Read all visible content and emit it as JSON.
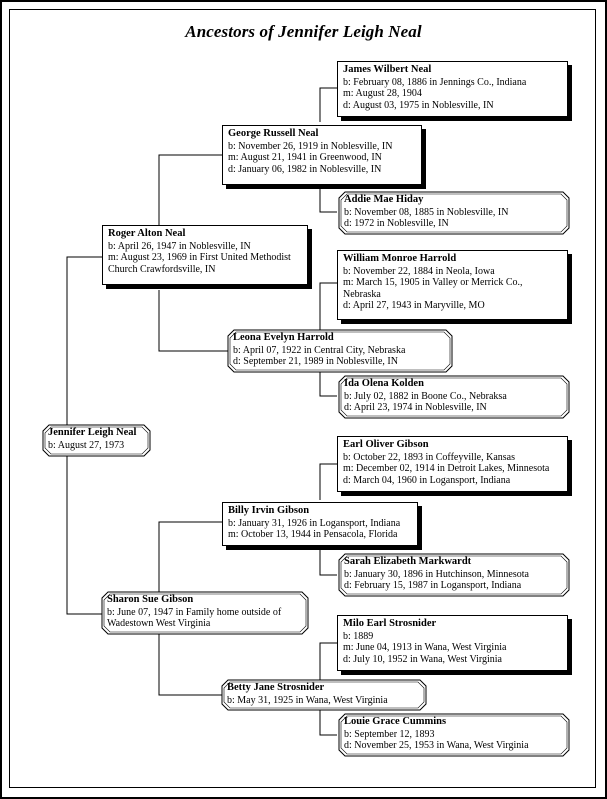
{
  "title": "Ancestors of Jennifer Leigh Neal",
  "people": {
    "jennifer": {
      "name": "Jennifer Leigh Neal",
      "lines": [
        "b: August 27, 1973"
      ]
    },
    "roger": {
      "name": "Roger Alton Neal",
      "lines": [
        "b: April 26, 1947 in Noblesville, IN",
        "m: August 23, 1969 in First United Methodist",
        "Church Crawfordsville, IN"
      ]
    },
    "sharon": {
      "name": "Sharon Sue Gibson",
      "lines": [
        "b: June 07, 1947 in Family home outside of",
        "Wadestown West Virginia"
      ]
    },
    "george": {
      "name": "George Russell Neal",
      "lines": [
        "b: November 26, 1919 in Noblesville, IN",
        "m: August 21, 1941 in Greenwood, IN",
        "d: January 06, 1982 in Noblesville, IN"
      ]
    },
    "leona": {
      "name": "Leona Evelyn Harrold",
      "lines": [
        "b: April 07, 1922 in Central City, Nebraska",
        "d: September 21, 1989 in Noblesville, IN"
      ]
    },
    "billy": {
      "name": "Billy Irvin Gibson",
      "lines": [
        "b: January 31, 1926 in Logansport, Indiana",
        "m: October 13, 1944 in Pensacola, Florida"
      ]
    },
    "betty": {
      "name": "Betty Jane Strosnider",
      "lines": [
        "b: May 31, 1925 in Wana, West Virginia"
      ]
    },
    "james": {
      "name": "James Wilbert Neal",
      "lines": [
        "b: February 08, 1886 in Jennings Co., Indiana",
        "m: August 28, 1904",
        "d: August 03, 1975 in Noblesville, IN"
      ]
    },
    "addie": {
      "name": "Addie Mae Hiday",
      "lines": [
        "b: November 08, 1885 in Noblesville, IN",
        "d: 1972 in Noblesville, IN"
      ]
    },
    "william": {
      "name": "William Monroe Harrold",
      "lines": [
        "b: November 22, 1884 in Neola, Iowa",
        "m: March 15, 1905 in Valley or Merrick Co.,",
        "Nebraska",
        "d: April 27, 1943 in Maryville, MO"
      ]
    },
    "ida": {
      "name": "Ida Olena Kolden",
      "lines": [
        "b: July 02, 1882 in Boone Co., Nebraksa",
        "d: April 23, 1974 in Noblesville, IN"
      ]
    },
    "earl": {
      "name": "Earl Oliver Gibson",
      "lines": [
        "b: October 22, 1893 in Coffeyville, Kansas",
        "m: December 02, 1914 in Detroit Lakes, Minnesota",
        "d: March 04, 1960 in Logansport, Indiana"
      ]
    },
    "sarah": {
      "name": "Sarah Elizabeth Markwardt",
      "lines": [
        "b: January 30, 1896 in Hutchinson, Minnesota",
        "d: February 15, 1987 in Logansport, Indiana"
      ]
    },
    "milo": {
      "name": "Milo Earl Strosnider",
      "lines": [
        "b: 1889",
        "m: June 04, 1913 in Wana, West Virginia",
        "d: July 10, 1952 in Wana, West Virginia"
      ]
    },
    "louie": {
      "name": "Louie Grace Cummins",
      "lines": [
        "b: September 12, 1893",
        "d: November 25, 1953 in Wana, West Virginia"
      ]
    }
  }
}
